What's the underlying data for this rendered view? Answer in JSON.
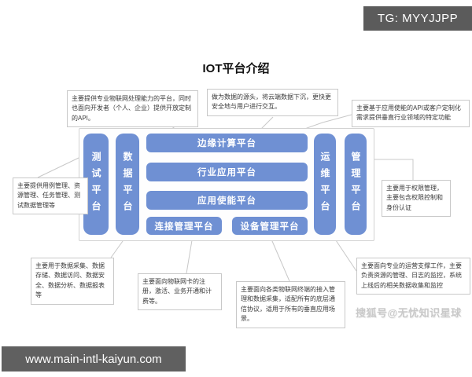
{
  "watermarks": {
    "tg_badge": "TG: MYYJJPP",
    "bottom_url": "www.main-intl-kaiyun.com",
    "sohu": "搜狐号@无忧知识星球"
  },
  "title": "IOT平台介绍",
  "diagram": {
    "platforms": {
      "test": "测试平台",
      "data": "数据平台",
      "edge": "边缘计算平台",
      "industry": "行业应用平台",
      "enablement": "应用使能平台",
      "connection": "连接管理平台",
      "device": "设备管理平台",
      "operations": "运维平台",
      "management": "管理平台"
    },
    "annotations": {
      "top_left": "主要提供专业物联网处理能力的平台，同时也面向开发者（个人、企业）提供开放定制的API。",
      "top_middle": "做为数据的源头，将云端数据下沉，更快更安全地与用户进行交互。",
      "top_right": "主要基于应用使能的API或客户定制化需求提供垂直行业领域的特定功能",
      "left": "主要提供用例管理、资源管理、任务管理、测试数据管理等",
      "right": "主要用于权限管理，主要包含权限控制和身份认证",
      "bottom_left": "主要用于数据采集、数据存储、数据访问、数据安全、数据分析、数据报表等",
      "bottom_middle_left": "主要面向物联网卡的注册，激活、业务开通和计费等。",
      "bottom_middle": "主要面向各类物联网终端的接入管理和数据采集，适配所有的底层通信协议，适用于所有的垂直应用场景。",
      "bottom_right": "主要面向专业的运营支撑工作，主要负责资源的管理、日志的监控，系统上线后的相关数据收集和监控"
    },
    "colors": {
      "bar_fill": "#6f90d3",
      "bar_text": "#ffffff",
      "connector": "#c8c8c8",
      "note_border": "#c8c8c8",
      "badge_bg": "#5b5b5b"
    }
  }
}
